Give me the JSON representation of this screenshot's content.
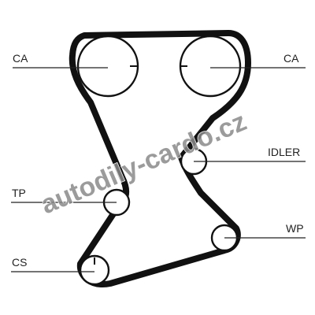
{
  "labels": {
    "ca_left": "CA",
    "ca_right": "CA",
    "idler": "IDLER",
    "tp": "TP",
    "wp": "WP",
    "cs": "CS"
  },
  "watermark": "autodily-cardo.cz",
  "colors": {
    "belt": "#111111",
    "watermark": "#8a8a8a"
  }
}
